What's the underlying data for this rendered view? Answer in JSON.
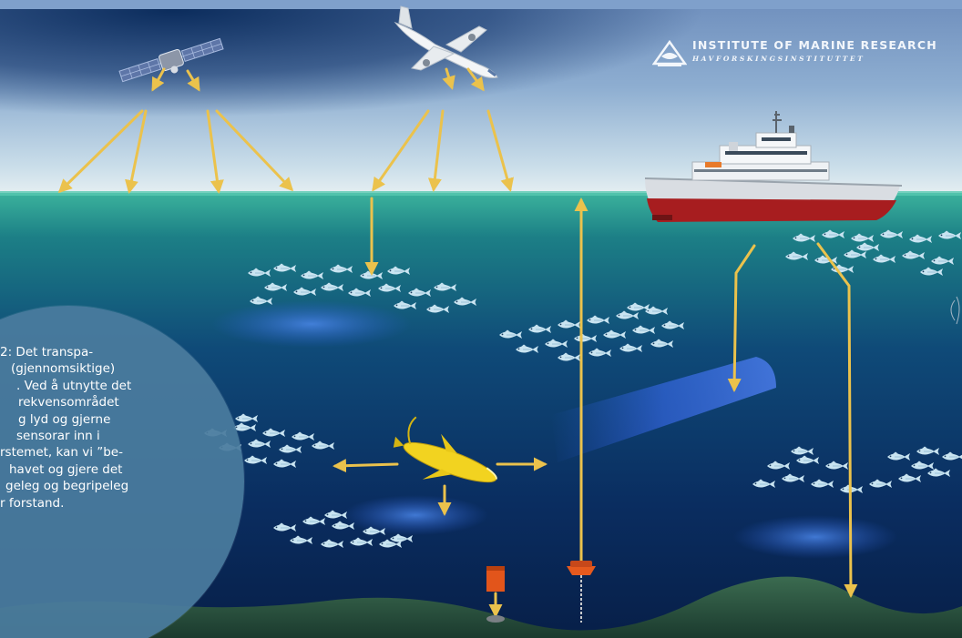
{
  "logo": {
    "name": "INSTITUTE OF MARINE RESEARCH",
    "subtitle": "HAVFORSKINGSINSTITUTTET"
  },
  "caption": {
    "lines": [
      "2: Det transpa-",
      "(gjennomsiktige)",
      ". Ved å utnytte det",
      "rekvensområdet",
      "g lyd og gjerne",
      " sensorar inn i",
      "rstemet, kan vi ”be-",
      "havet og gjere det",
      "geleg og begripeleg",
      "r forstand."
    ]
  },
  "colors": {
    "sky_top": "#7d9ecb",
    "sky_horizon": "#d9e8ef",
    "surface_water": "#2f9f8f",
    "deep_water": "#07254f",
    "seabed": "#2e5844",
    "arrow": "#ebc24c",
    "fish": "#c7e3f2",
    "glider": "#f2d320",
    "ship_hull": "#a81e1e",
    "caption_circle": "#4a7c9e"
  },
  "icons": [
    "satellite-icon",
    "airplane-icon",
    "research-vessel-icon",
    "underwater-glider-icon",
    "mooring-buoy-icon",
    "bottom-lander-icon",
    "fish-school-icon"
  ]
}
